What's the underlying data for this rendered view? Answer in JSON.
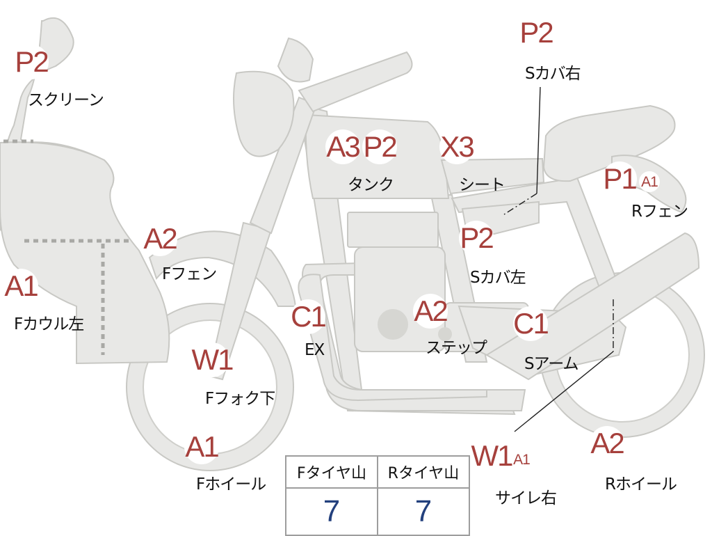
{
  "parts": [
    {
      "id": "screen",
      "codes": [
        "P2"
      ],
      "label": "スクリーン"
    },
    {
      "id": "tank",
      "codes": [
        "A3",
        "P2"
      ],
      "label": "タンク"
    },
    {
      "id": "seat",
      "codes": [
        "X3"
      ],
      "label": "シート"
    },
    {
      "id": "sidecover-r",
      "codes": [
        "P2"
      ],
      "label": "Sカバ右"
    },
    {
      "id": "rear-fender",
      "codes": [
        "P1",
        "A1"
      ],
      "label": "Rフェン"
    },
    {
      "id": "sidecover-l",
      "codes": [
        "P2"
      ],
      "label": "Sカバ左"
    },
    {
      "id": "front-fender",
      "codes": [
        "A2"
      ],
      "label": "Fフェン"
    },
    {
      "id": "cowl-left",
      "codes": [
        "A1"
      ],
      "label": "Fカウル左"
    },
    {
      "id": "exhaust",
      "codes": [
        "C1"
      ],
      "label": "EX"
    },
    {
      "id": "step",
      "codes": [
        "A2"
      ],
      "label": "ステップ"
    },
    {
      "id": "swingarm",
      "codes": [
        "C1"
      ],
      "label": "Sアーム"
    },
    {
      "id": "fork-lower",
      "codes": [
        "W1"
      ],
      "label": "Fフォク下"
    },
    {
      "id": "front-wheel",
      "codes": [
        "A1"
      ],
      "label": "Fホイール"
    },
    {
      "id": "silencer-r",
      "codes": [
        "W1",
        "A1"
      ],
      "label": "サイレ右"
    },
    {
      "id": "rear-wheel",
      "codes": [
        "A2"
      ],
      "label": "Rホイール"
    }
  ],
  "tire_table": {
    "front_header": "Fタイヤ山",
    "rear_header": "Rタイヤ山",
    "front_value": "7",
    "rear_value": "7"
  },
  "colors": {
    "code_text": "#a6403c",
    "value_text": "#23407d",
    "part_fill": "#e8e8e6",
    "seam": "#a9a9a5"
  }
}
